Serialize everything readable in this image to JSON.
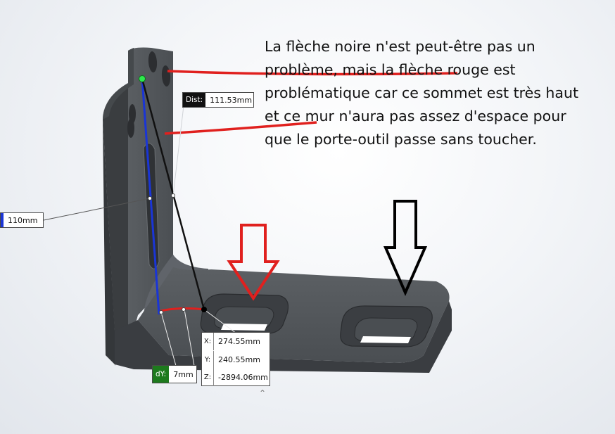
{
  "annotation": {
    "lines": [
      "La flèche noire n'est peut-être pas un",
      "problème, mais la flèche rouge est",
      "problématique car ce sommet est très haut",
      "et ce mur n'aura pas assez d'espace pour",
      "que le porte-outil passe sans toucher."
    ]
  },
  "measurements": {
    "dist": {
      "label": "Dist:",
      "value": "111.53mm"
    },
    "height": {
      "label": "",
      "value": "110mm"
    },
    "dy": {
      "label": "dY:",
      "value": "7mm"
    },
    "point": {
      "x_label": "X:",
      "x": "274.55mm",
      "y_label": "Y:",
      "y": "240.55mm",
      "z_label": "Z:",
      "z": "-2894.06mm"
    }
  },
  "colors": {
    "part": "#4f5357",
    "part_dark": "#3d4043",
    "red_marker": "#e0201e",
    "blue_line": "#1a35d6",
    "dy_label_bg": "#1d7a1d",
    "dist_label_bg": "#111111",
    "height_label_bg": "#1a35d6"
  },
  "icons": {
    "expand": "caret-up-icon"
  }
}
